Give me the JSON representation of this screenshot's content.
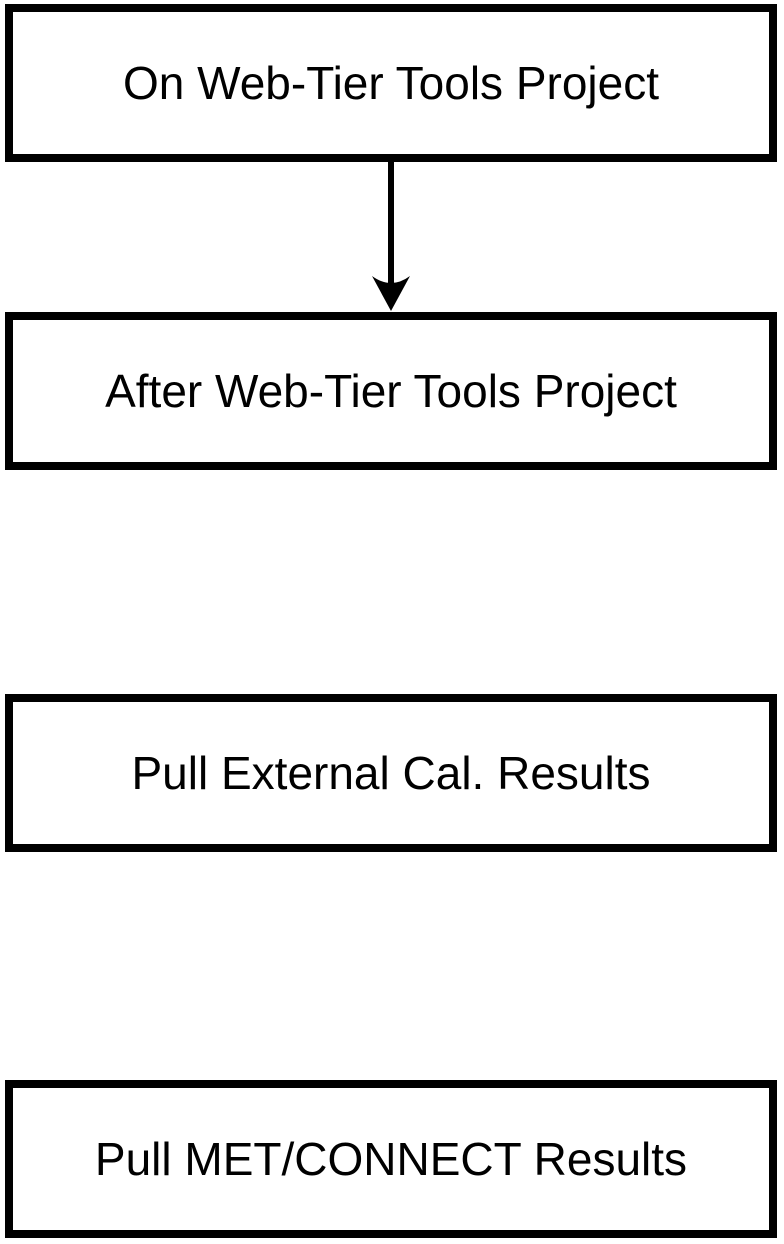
{
  "diagram": {
    "type": "flowchart",
    "background_color": "#ffffff",
    "node_border_color": "#000000",
    "node_fill_color": "#ffffff",
    "text_color": "#000000",
    "arrow_color": "#000000",
    "nodes": [
      {
        "id": "on-web-tier-tools-project",
        "label": "On Web-Tier Tools Project"
      },
      {
        "id": "after-web-tier-tools-project",
        "label": "After Web-Tier Tools Project"
      },
      {
        "id": "pull-external-cal-results",
        "label": "Pull External Cal. Results"
      },
      {
        "id": "pull-met-connect-results",
        "label": "Pull MET/CONNECT Results"
      }
    ],
    "edges": [
      {
        "from": "on-web-tier-tools-project",
        "to": "after-web-tier-tools-project",
        "direction": "down",
        "style": "solid-arrow"
      }
    ]
  }
}
